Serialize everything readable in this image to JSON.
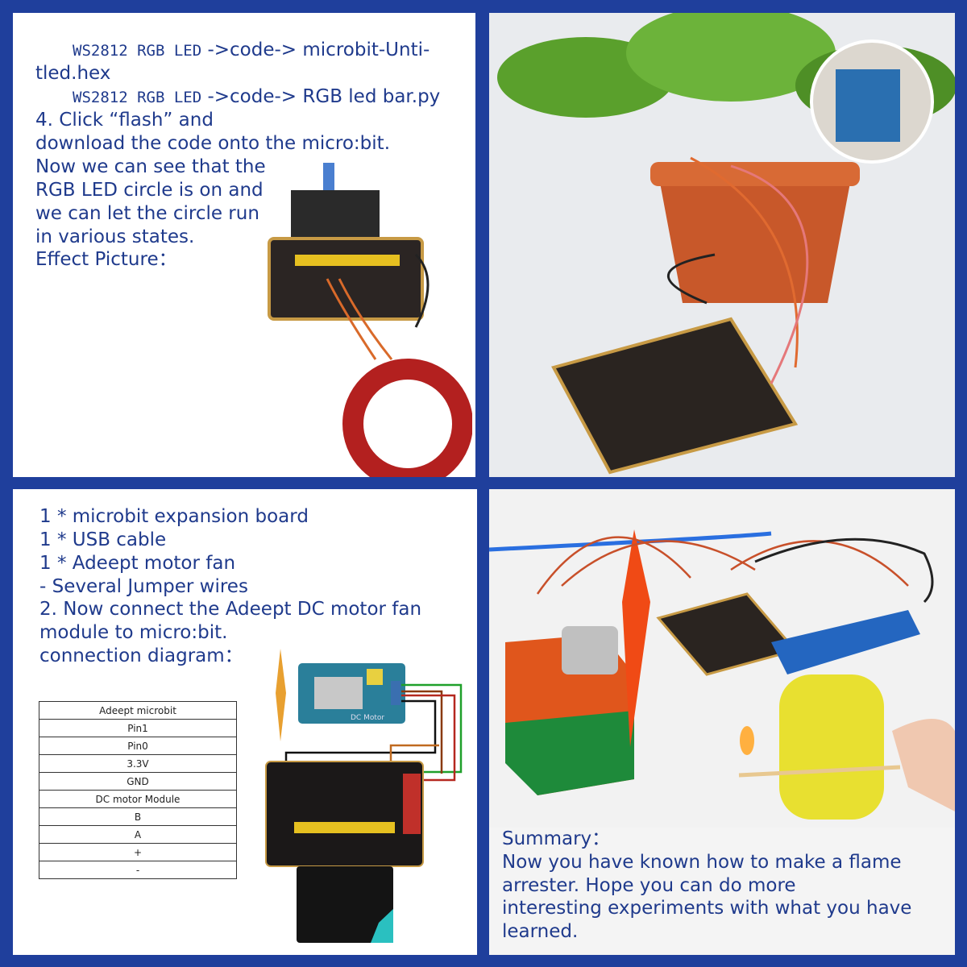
{
  "top_left": {
    "lines": [
      {
        "mono": "WS2812 RGB LED",
        "rest": "->code-> microbit-Unti-"
      },
      {
        "mono": "",
        "rest": "tled.hex"
      },
      {
        "mono": "WS2812 RGB LED",
        "rest": "->code-> RGB led bar.py"
      }
    ],
    "step": "4. Click “flash”  and",
    "body": [
      "download the code onto the micro:bit.",
      "Now we can see that the",
      "RGB LED circle is on and",
      "we can let the circle run",
      "in various states.",
      "Effect Picture："
    ]
  },
  "bottom_left": {
    "lines": [
      "1 * microbit expansion board",
      "1 * USB cable",
      "1 * Adeept motor fan",
      "- Several Jumper wires",
      "2. Now connect the Adeept DC motor fan",
      "module to micro:bit.",
      "connection diagram："
    ],
    "table_microbit": {
      "header": "Adeept microbit",
      "rows": [
        "Pin1",
        "Pin0",
        "3.3V",
        "GND"
      ]
    },
    "table_module": {
      "header": "DC motor Module",
      "rows": [
        "B",
        "A",
        "+",
        "-"
      ]
    },
    "module_label": "DC Motor"
  },
  "bottom_right": {
    "heading": "Summary：",
    "body": [
      "Now you have known how to make a flame",
      "arrester. Hope you can do more",
      "interesting experiments with what you have",
      "learned."
    ]
  },
  "colors": {
    "frame": "#1f3f9c",
    "text": "#1f3a8c"
  }
}
